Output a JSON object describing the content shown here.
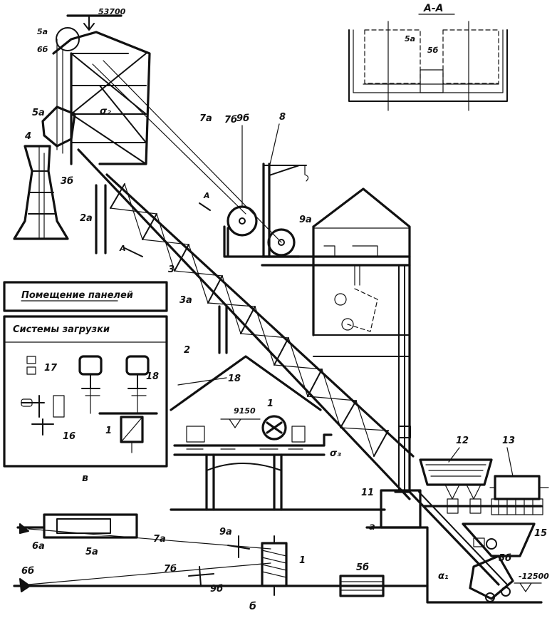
{
  "labels": {
    "elev_top": "53700",
    "elev_mid": "9150",
    "elev_bottom": "-12500",
    "section": "A-A",
    "sec_5a": "5а",
    "sec_5b": "5б",
    "l_5a_top": "5а",
    "l_6b_top": "6б",
    "l_5a_left": "5а",
    "l_4": "4",
    "l_3b": "3б",
    "l_2a": "2а",
    "l_sigma2": "σ₂",
    "l_7a": "7а",
    "l_7b": "7б",
    "l_9b": "9б",
    "l_8": "8",
    "l_9a": "9а",
    "l_A_upper": "А",
    "l_A_lower": "А",
    "l_3": "3",
    "l_3a": "3а",
    "l_2": "2",
    "l_18": "18",
    "l_1": "1",
    "l_12": "12",
    "l_13": "13",
    "l_11": "11",
    "l_sigma3": "σ₃",
    "l_a": "а",
    "l_15": "15",
    "l_5b_bottom": "5б",
    "l_sigma1": "α₁",
    "l_6a_bl": "6а",
    "l_5a_bl": "5а",
    "l_7a_bl": "7а",
    "l_9a_bl": "9а",
    "l_1_bl": "1",
    "l_6b_bl": "6б",
    "l_7b_bl": "7б",
    "l_9b_bl": "9б",
    "l_5b_bl": "5б",
    "l_b": "б",
    "l_v": "в"
  },
  "panel": {
    "title_top": "Помещение панелей",
    "title_mid": "Системы загрузки",
    "l_17": "17",
    "l_16": "16",
    "l_1": "1",
    "l_18": "18"
  }
}
